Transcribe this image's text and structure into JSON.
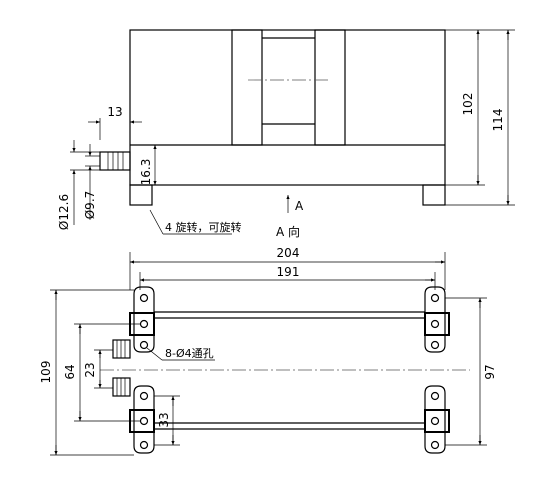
{
  "dimensions": {
    "d13": "13",
    "d12_6": "Ø12.6",
    "d9_7": "Ø9.7",
    "d16_3": "16.3",
    "d102": "102",
    "d114": "114",
    "d204": "204",
    "d191": "191",
    "d109": "109",
    "d64": "64",
    "d23": "23",
    "d33": "33",
    "d97": "97"
  },
  "notes": {
    "arrow_label": "A",
    "view_label": "A 向",
    "terminal_note": "4 旋转，可旋转",
    "hole_note": "8-Ø4通孔"
  }
}
